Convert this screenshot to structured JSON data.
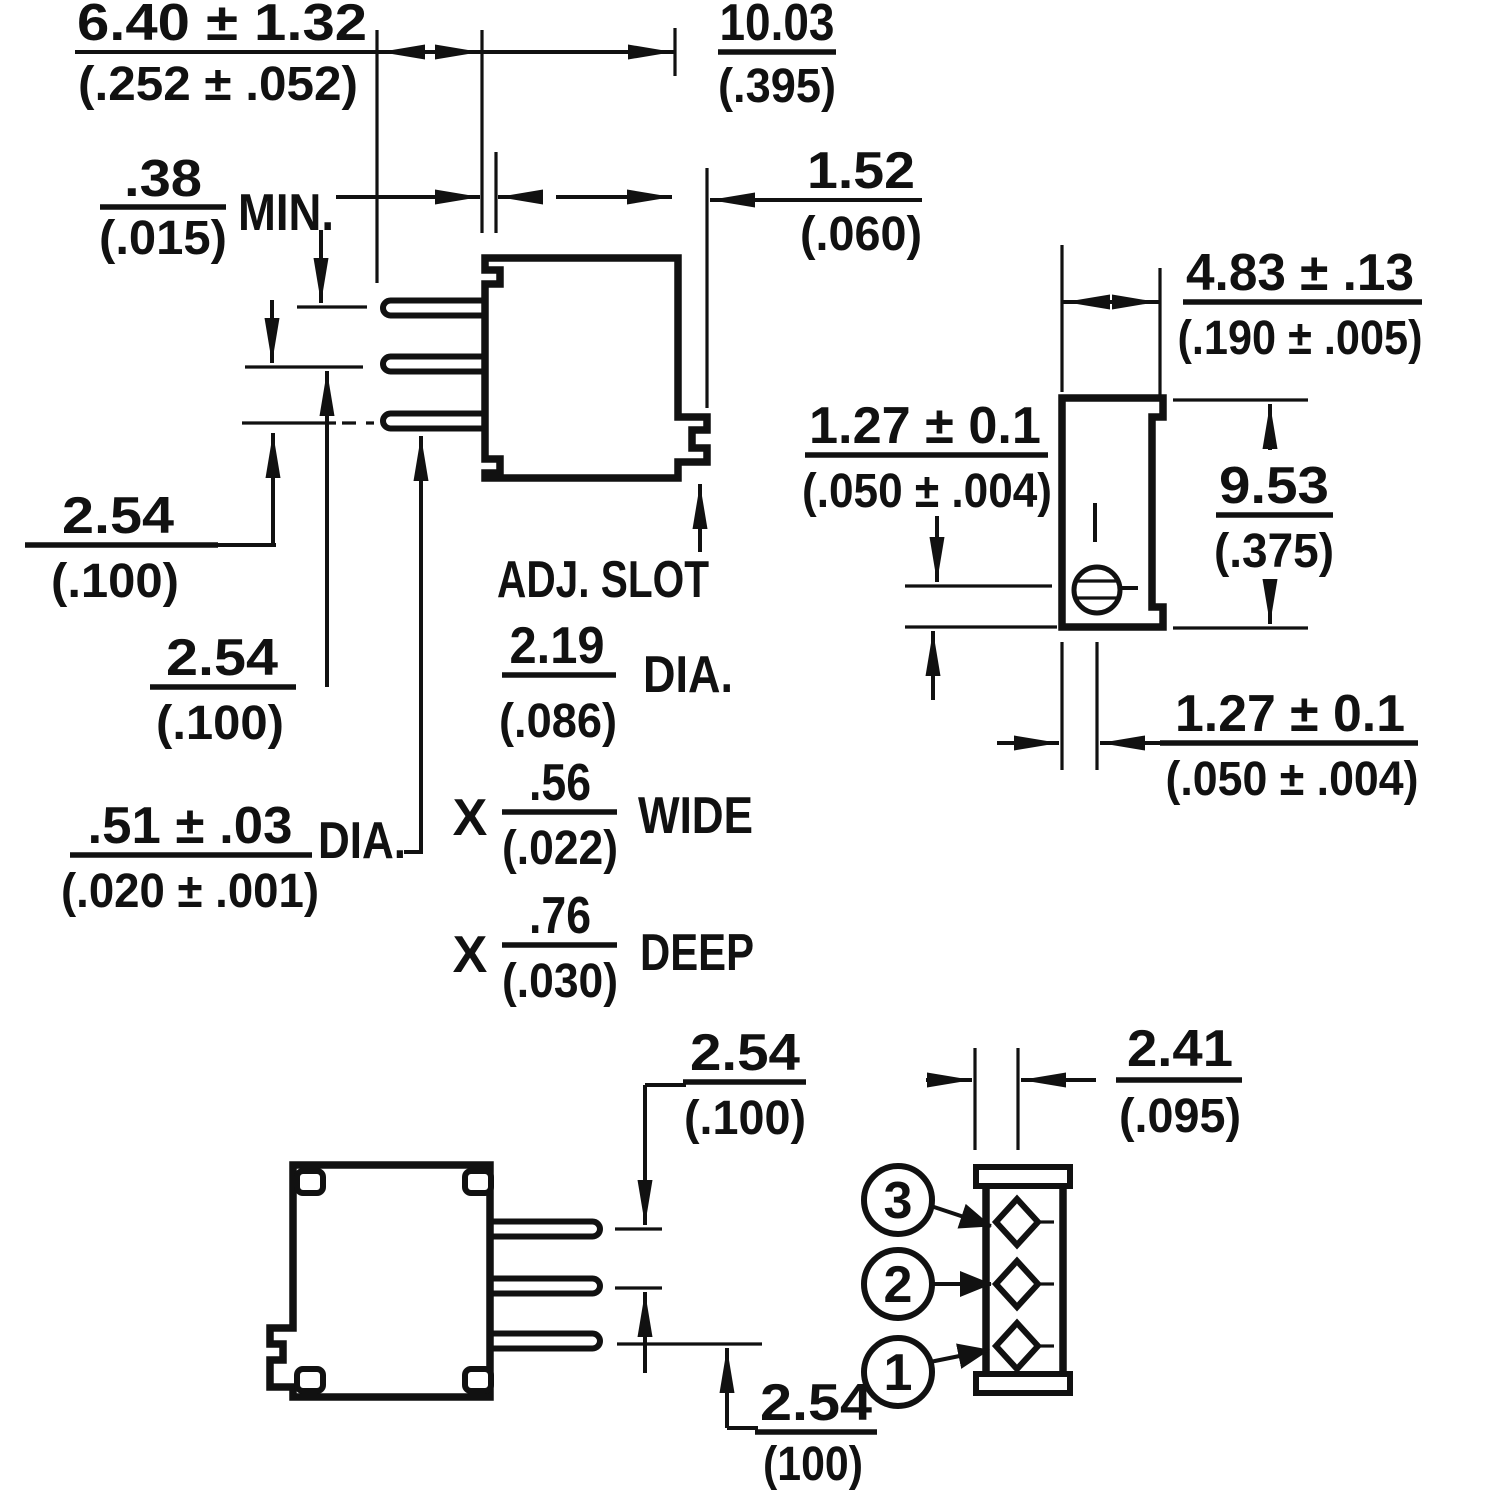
{
  "drawing": {
    "colors": {
      "ink": "#111111",
      "background": "#ffffff"
    },
    "labels": {
      "min": "MIN.",
      "dia": "DIA.",
      "adj_slot": "ADJ. SLOT",
      "wide": "WIDE",
      "deep": "DEEP",
      "x": "X"
    },
    "pins": {
      "p1": "1",
      "p2": "2",
      "p3": "3"
    },
    "dims": {
      "lead_spread": {
        "mm": "6.40 ± 1.32",
        "in": "(.252 ± .052)"
      },
      "body_width": {
        "mm": "10.03",
        "in": "(.395)"
      },
      "standoff_min": {
        "mm": ".38",
        "in": "(.015)"
      },
      "slot_tab": {
        "mm": "1.52",
        "in": "(.060)"
      },
      "pitch": {
        "mm": "2.54",
        "in": "(.100)"
      },
      "pitch_bottom": {
        "mm": "2.54",
        "in": "(100)"
      },
      "lead_dia": {
        "mm": ".51 ± .03",
        "in": "(.020 ± .001)"
      },
      "slot_dia": {
        "mm": "2.19",
        "in": "(.086)"
      },
      "slot_wide": {
        "mm": ".56",
        "in": "(.022)"
      },
      "slot_deep": {
        "mm": ".76",
        "in": "(.030)"
      },
      "body_depth": {
        "mm": "4.83 ± .13",
        "in": "(.190 ± .005)"
      },
      "screw_offset": {
        "mm": "1.27 ± 0.1",
        "in": "(.050 ± .004)"
      },
      "body_height": {
        "mm": "9.53",
        "in": "(.375)"
      },
      "pin_offset": {
        "mm": "2.41",
        "in": "(.095)"
      }
    }
  }
}
